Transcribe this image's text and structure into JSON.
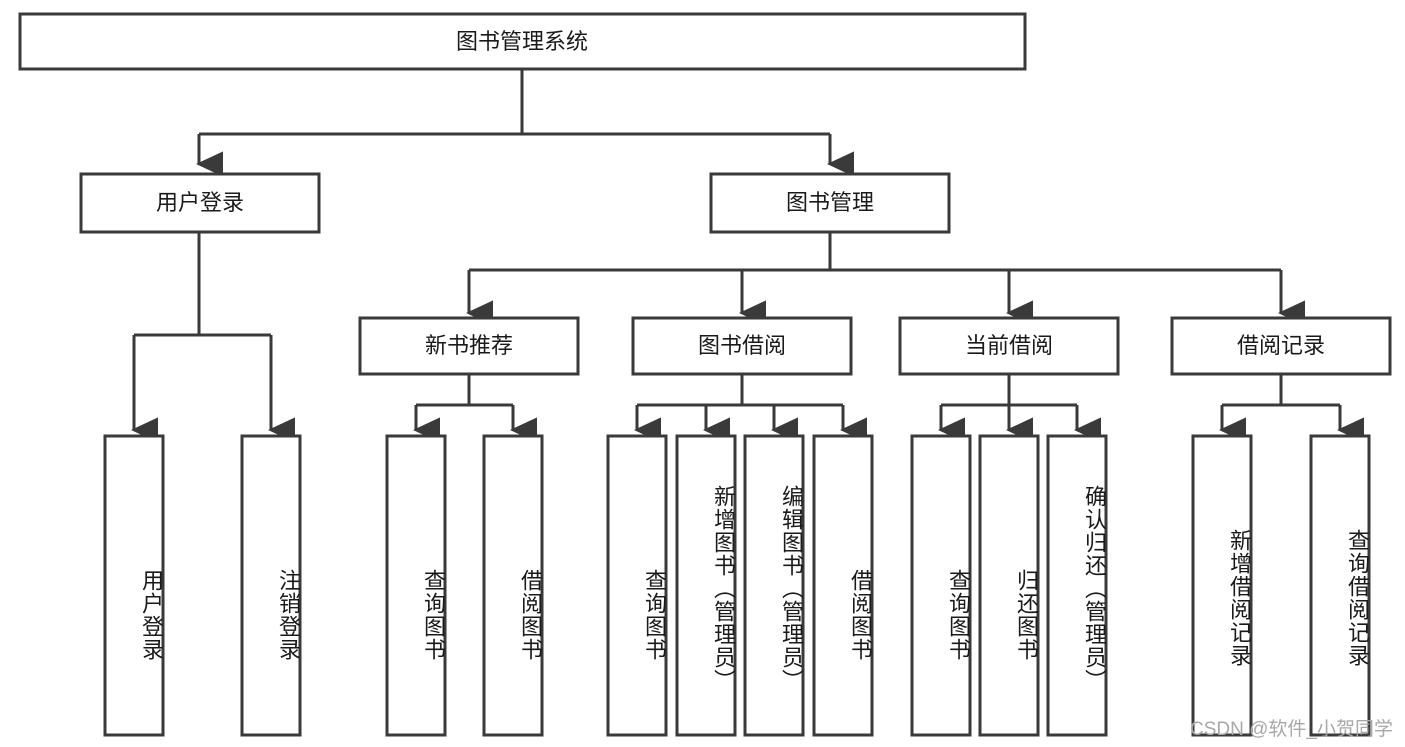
{
  "diagram": {
    "title": "图书管理系统",
    "type": "tree",
    "watermark": "CSDN @软件_小贺同学",
    "colors": {
      "stroke": "#3a3a3a",
      "fill": "#ffffff",
      "text": "#1a1a1a",
      "watermark": "#a8a8a8"
    },
    "root": {
      "label": "图书管理系统"
    },
    "level2": [
      {
        "label": "用户登录"
      },
      {
        "label": "图书管理"
      }
    ],
    "level3": [
      {
        "label": "新书推荐"
      },
      {
        "label": "图书借阅"
      },
      {
        "label": "当前借阅"
      },
      {
        "label": "借阅记录"
      }
    ],
    "leaves": {
      "user_login": [
        {
          "label": "用户登录"
        },
        {
          "label": "注销登录"
        }
      ],
      "new_book": [
        {
          "label": "查询图书"
        },
        {
          "label": "借阅图书"
        }
      ],
      "book_borrow": [
        {
          "label": "查询图书"
        },
        {
          "label": "新增图书（管理员）"
        },
        {
          "label": "编辑图书（管理员）"
        },
        {
          "label": "借阅图书"
        }
      ],
      "current_borrow": [
        {
          "label": "查询图书"
        },
        {
          "label": "归还图书"
        },
        {
          "label": "确认归还（管理员）"
        }
      ],
      "borrow_record": [
        {
          "label": "新增借阅记录"
        },
        {
          "label": "查询借阅记录"
        }
      ]
    }
  }
}
